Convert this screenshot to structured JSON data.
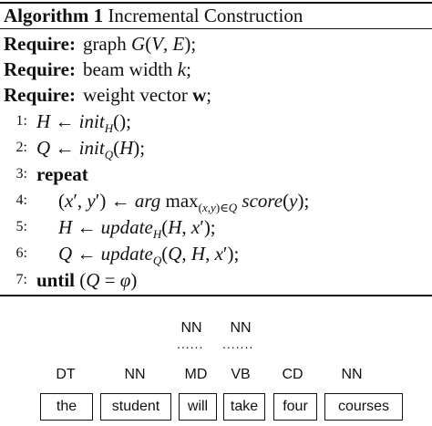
{
  "algorithm": {
    "label": "Algorithm 1",
    "title": "Incremental Construction",
    "requires": [
      {
        "keyword": "Require:",
        "text": "graph G(V, E);"
      },
      {
        "keyword": "Require:",
        "text": "beam width k;"
      },
      {
        "keyword": "Require:",
        "text": "weight vector w;"
      }
    ],
    "steps": [
      {
        "num": "1:",
        "text": "H ← init_H();"
      },
      {
        "num": "2:",
        "text": "Q ← init_Q(H);"
      },
      {
        "num": "3:",
        "keyword": "repeat"
      },
      {
        "num": "4:",
        "text": "(x′, y′) ← arg max_(x,y)∈Q score(y);"
      },
      {
        "num": "5:",
        "text": "H ← update_H(H, x′);"
      },
      {
        "num": "6:",
        "text": "Q ← update_Q(Q, H, x′);"
      },
      {
        "num": "7:",
        "keyword": "until",
        "text": "(Q = φ)"
      }
    ]
  },
  "diagram": {
    "candidate_tags": [
      "NN",
      "NN"
    ],
    "candidate_dots": [
      "......",
      "......."
    ],
    "pos_tags": [
      "DT",
      "NN",
      "MD",
      "VB",
      "CD",
      "NN"
    ],
    "words": [
      "the",
      "student",
      "will",
      "take",
      "four",
      "courses"
    ]
  }
}
